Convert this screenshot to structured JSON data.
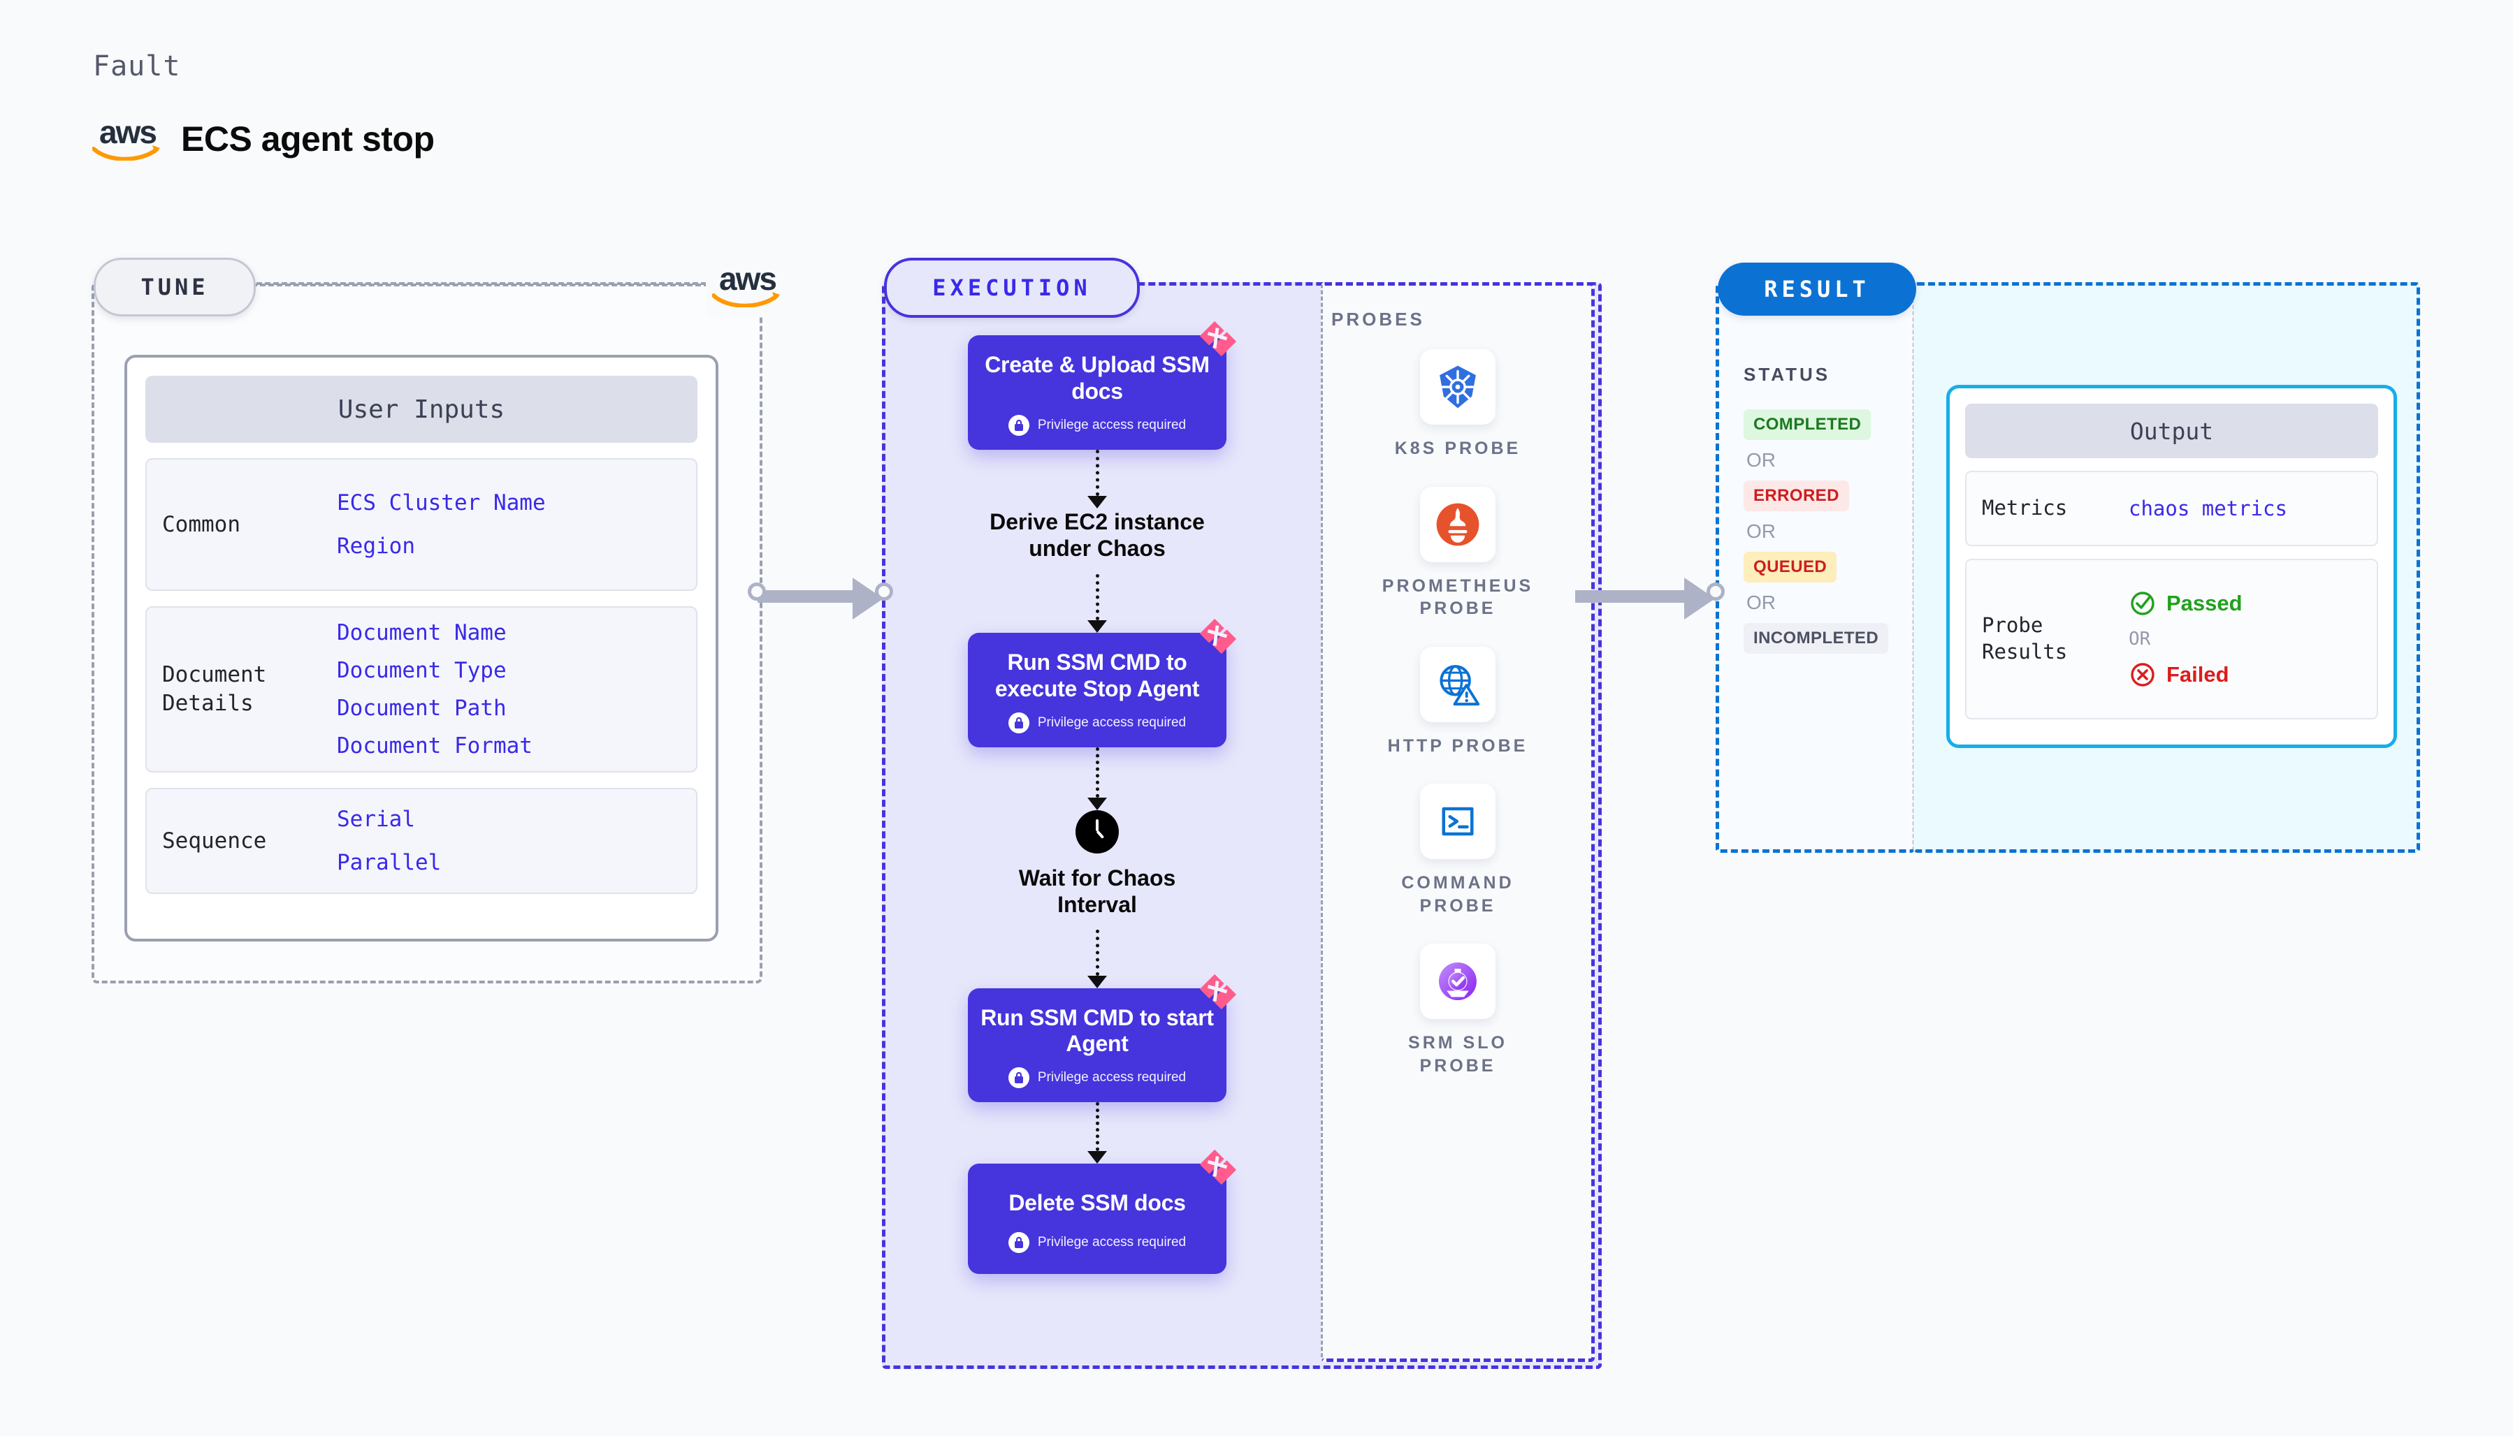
{
  "header": {
    "eyebrow": "Fault",
    "logo_wordmark": "aws",
    "title": "ECS agent stop"
  },
  "tune": {
    "pill_label": "TUNE",
    "card_title": "User Inputs",
    "groups": [
      {
        "name": "Common",
        "values": [
          "ECS Cluster Name",
          "Region"
        ]
      },
      {
        "name": "Document\nDetails",
        "values": [
          "Document Name",
          "Document Type",
          "Document Path",
          "Document Format"
        ]
      },
      {
        "name": "Sequence",
        "values": [
          "Serial",
          "Parallel"
        ]
      }
    ]
  },
  "execution": {
    "pill_label": "EXECUTION",
    "privilege_note": "Privilege access required",
    "steps": [
      {
        "type": "card",
        "title": "Create & Upload SSM docs",
        "privilege": true
      },
      {
        "type": "plain",
        "title": "Derive EC2 instance under Chaos"
      },
      {
        "type": "card",
        "title": "Run SSM CMD to execute Stop Agent",
        "privilege": true
      },
      {
        "type": "clock",
        "title": "Wait for Chaos Interval"
      },
      {
        "type": "card",
        "title": "Run SSM CMD to start Agent",
        "privilege": true
      },
      {
        "type": "card",
        "title": "Delete SSM docs",
        "privilege": true
      }
    ]
  },
  "probes": {
    "title": "PROBES",
    "items": [
      {
        "label": "K8S PROBE",
        "icon": "kubernetes-icon"
      },
      {
        "label": "PROMETHEUS PROBE",
        "icon": "prometheus-icon"
      },
      {
        "label": "HTTP PROBE",
        "icon": "http-globe-icon"
      },
      {
        "label": "COMMAND PROBE",
        "icon": "terminal-icon"
      },
      {
        "label": "SRM SLO PROBE",
        "icon": "srm-slo-icon"
      }
    ]
  },
  "result": {
    "pill_label": "RESULT",
    "status_title": "STATUS",
    "or_label": "OR",
    "statuses": [
      {
        "label": "COMPLETED",
        "bg": "#def7e0",
        "fg": "#1b7a1f"
      },
      {
        "label": "ERRORED",
        "bg": "#fde8e8",
        "fg": "#cc1f1f"
      },
      {
        "label": "QUEUED",
        "bg": "#fdeebb",
        "fg": "#cc1f1f"
      },
      {
        "label": "INCOMPLETED",
        "bg": "#eef0f5",
        "fg": "#4c5163"
      }
    ],
    "output": {
      "title": "Output",
      "metrics_label": "Metrics",
      "metrics_value": "chaos metrics",
      "probe_results_label": "Probe\nResults",
      "passed_label": "Passed",
      "failed_label": "Failed",
      "or_label": "OR"
    }
  },
  "colors": {
    "background": "#f8fafc",
    "primary_purple": "#4634dd",
    "result_blue": "#0b72d4",
    "output_cyan": "#17aee8",
    "aws_orange": "#ff9900",
    "passed_green": "#22a11e",
    "failed_red": "#dd1c1c",
    "harness_pink": "#ff5c8d"
  }
}
